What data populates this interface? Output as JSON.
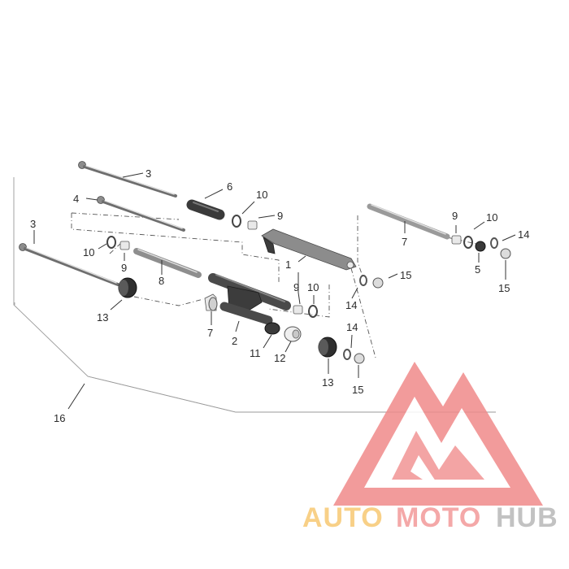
{
  "callouts": {
    "c1": "1",
    "c2": "2",
    "c3a": "3",
    "c3b": "3",
    "c4": "4",
    "c5": "5",
    "c6": "6",
    "c7a": "7",
    "c7b": "7",
    "c8": "8",
    "c9a": "9",
    "c9b": "9",
    "c9c": "9",
    "c9d": "9",
    "c10a": "10",
    "c10b": "10",
    "c10c": "10",
    "c10d": "10",
    "c11": "11",
    "c12": "12",
    "c13a": "13",
    "c13b": "13",
    "c14a": "14",
    "c14b": "14",
    "c14c": "14",
    "c15a": "15",
    "c15b": "15",
    "c15c": "15",
    "c16": "16"
  },
  "watermark": {
    "part_1": "AUTO",
    "part_2": "MOTO",
    "part_3": "HUB",
    "color_1": "#f7c873",
    "color_2": "#f39a9a",
    "color_3": "#b8b8b8",
    "logo_color": "#f08a8a"
  }
}
